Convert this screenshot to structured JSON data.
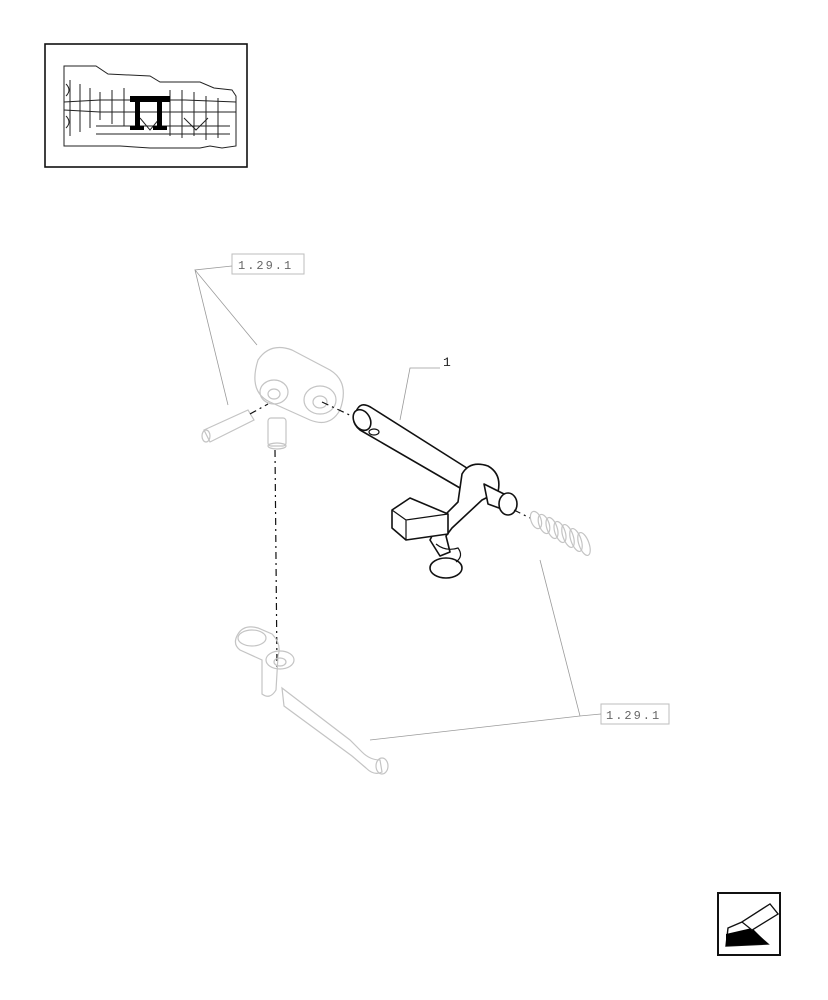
{
  "references": {
    "top_left": "1.29.1",
    "bottom_right": "1.29.1"
  },
  "callouts": {
    "part_1": "1"
  },
  "icons": {
    "thumbnail": "transmission-section-thumbnail-icon",
    "nav": "back-arrow-icon"
  }
}
